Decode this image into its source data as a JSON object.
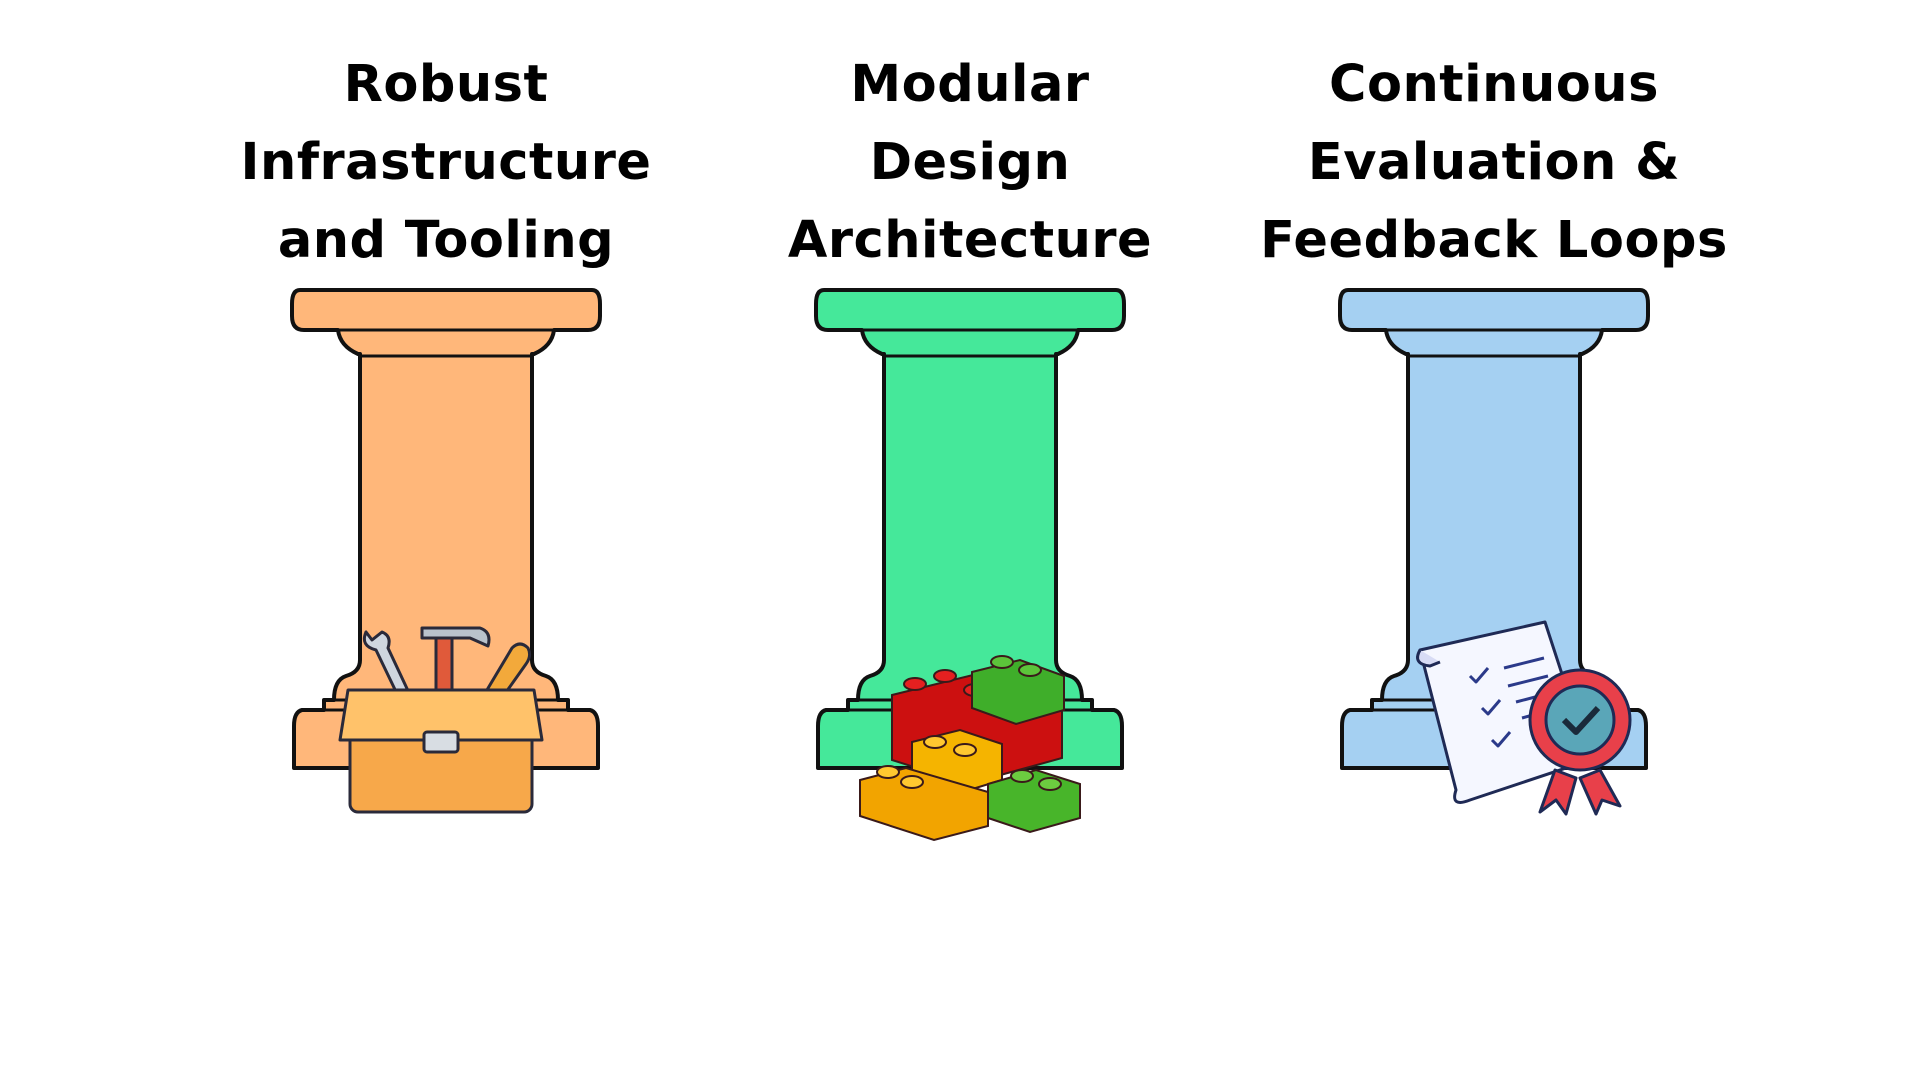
{
  "pillars": [
    {
      "lines": [
        "Robust",
        "Infrastructure",
        "and Tooling"
      ],
      "color": "#FFB77A",
      "icon": "toolbox-icon"
    },
    {
      "lines": [
        "Modular",
        "Design",
        "Architecture"
      ],
      "color": "#45E89A",
      "icon": "lego-bricks-icon"
    },
    {
      "lines": [
        "Continuous",
        "Evaluation &",
        "Feedback Loops"
      ],
      "color": "#A5D0F2",
      "icon": "certificate-icon"
    }
  ]
}
